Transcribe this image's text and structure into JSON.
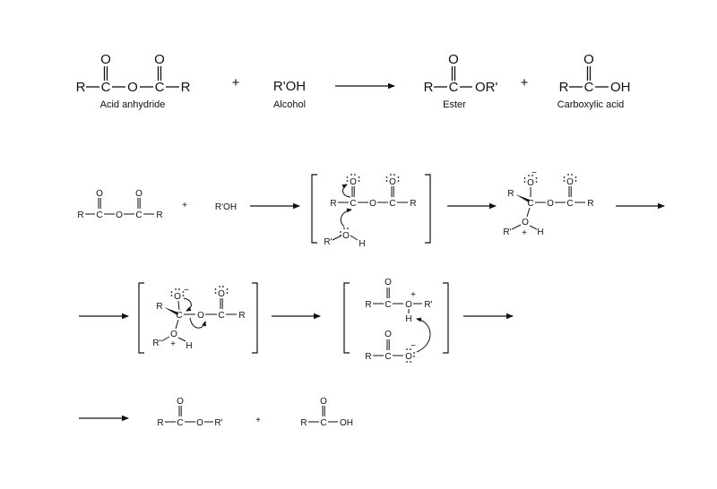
{
  "labels": {
    "acid_anhydride": "Acid anhydride",
    "alcohol": "Alcohol",
    "ester": "Ester",
    "carboxylic_acid": "Carboxylic acid"
  },
  "atoms": {
    "R": "R",
    "R_prime": "R'",
    "C": "C",
    "O": "O",
    "H": "H",
    "OH": "OH",
    "OR_prime": "OR'",
    "alcohol_formula": "R'OH",
    "plus_sign": "+",
    "charge_positive": "+",
    "charge_negative": "−"
  }
}
